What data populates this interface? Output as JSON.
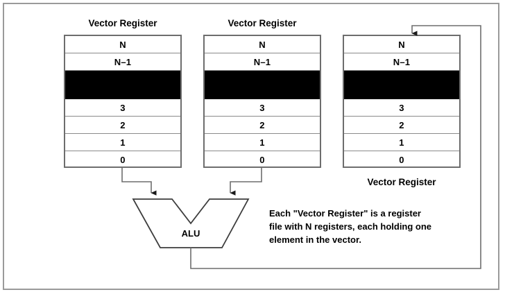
{
  "figure": {
    "title": "Vector Register File and ALU datapath diagram",
    "background": "#ffffff",
    "frame_color": "#9a9a9a",
    "line_color": "#6d6d6d",
    "text_color": "#000000",
    "fill_color": "#000000"
  },
  "registers": [
    {
      "id": "vector-register-left",
      "label": "Vector Register",
      "label_position": "above",
      "cells": [
        "N",
        "N–1",
        "",
        "3",
        "2",
        "1",
        "0"
      ],
      "ellipsis_cell_index": 2
    },
    {
      "id": "vector-register-middle",
      "label": "Vector Register",
      "label_position": "above",
      "cells": [
        "N",
        "N–1",
        "",
        "3",
        "2",
        "1",
        "0"
      ],
      "ellipsis_cell_index": 2
    },
    {
      "id": "vector-register-right",
      "label": "Vector Register",
      "label_position": "below",
      "cells": [
        "N",
        "N–1",
        "",
        "3",
        "2",
        "1",
        "0"
      ],
      "ellipsis_cell_index": 2
    }
  ],
  "alu": {
    "label": "ALU",
    "inputs": 2,
    "outputs": 1
  },
  "connections": [
    {
      "name": "left-register-to-alu-input",
      "from": "vector-register-left",
      "to": "alu-input-a",
      "arrow": true
    },
    {
      "name": "middle-register-to-alu-input",
      "from": "vector-register-middle",
      "to": "alu-input-b",
      "arrow": true
    },
    {
      "name": "alu-output-to-right-register",
      "from": "alu-output",
      "to": "vector-register-right",
      "arrow": true
    }
  ],
  "caption": {
    "lines": [
      "Each \"Vector Register\" is a register",
      "file with N registers, each holding one",
      "element in the vector."
    ],
    "full_text": "Each \"Vector Register\" is a register file with N registers, each holding one element in the vector."
  }
}
